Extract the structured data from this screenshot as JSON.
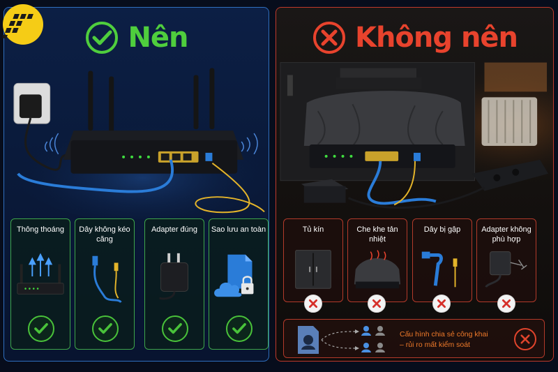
{
  "good": {
    "title": "Nên",
    "icon": "check-circle-icon",
    "accent": "#4fce3d",
    "cards": [
      {
        "label": "Thông thoáng",
        "illustration": "router-airflow-icon"
      },
      {
        "label": "Dây không kéo căng",
        "illustration": "loose-cable-icon"
      },
      {
        "label": "Adapter đúng",
        "illustration": "power-adapter-icon"
      },
      {
        "label": "Sao lưu an toàn",
        "illustration": "cloud-lock-icon"
      }
    ]
  },
  "bad": {
    "title": "Không nên",
    "icon": "x-circle-icon",
    "accent": "#e8432d",
    "cards": [
      {
        "label": "Tủ kín",
        "illustration": "closed-cabinet-icon"
      },
      {
        "label": "Che khe tản nhiệt",
        "illustration": "covered-router-icon"
      },
      {
        "label": "Dây bị gập",
        "illustration": "bent-cable-icon"
      },
      {
        "label": "Adapter không phù hợp",
        "illustration": "wrong-adapter-icon"
      }
    ],
    "warning": {
      "line1": "Cấu hình chia sẻ công khai",
      "line2": "– rủi ro mất kiểm soát",
      "icon": "shared-profile-icon"
    }
  }
}
